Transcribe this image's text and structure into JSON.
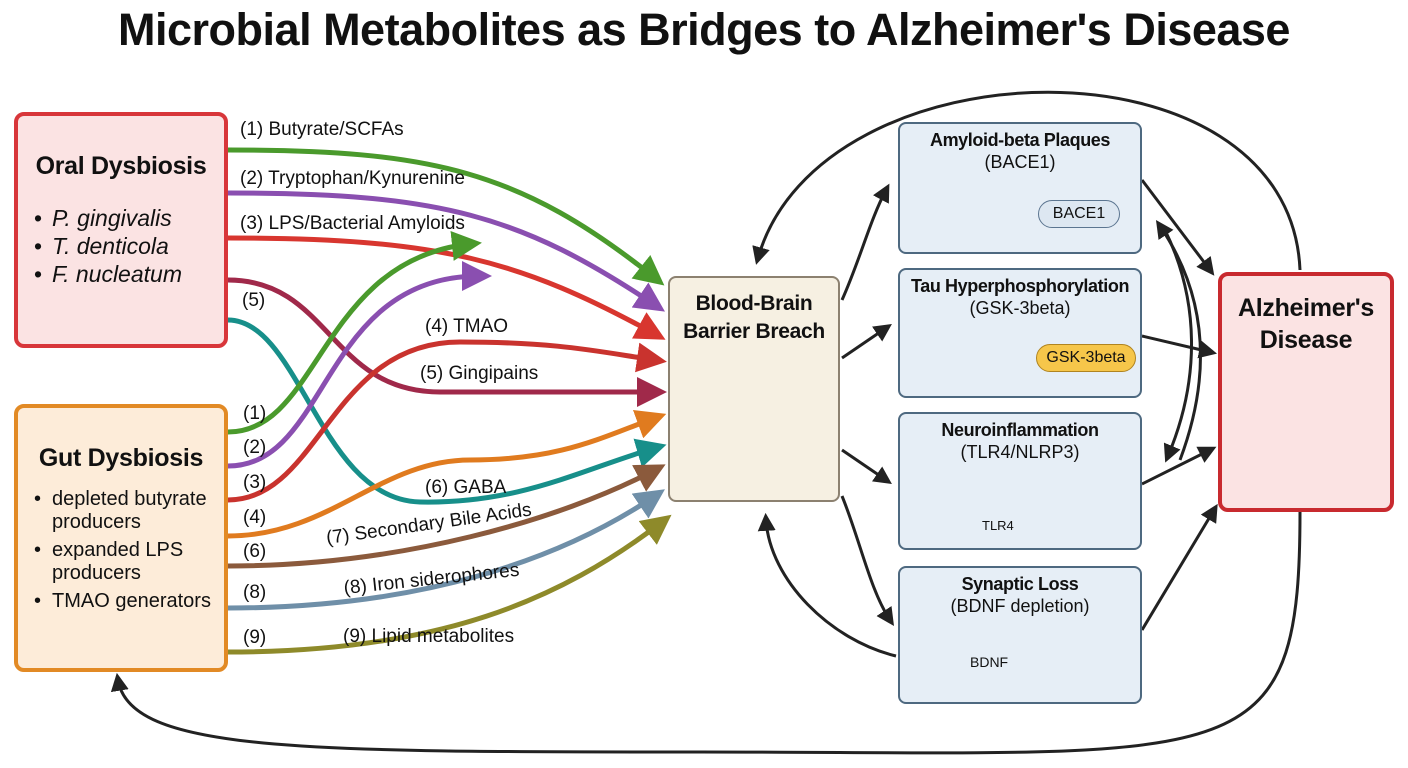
{
  "title": "Microbial Metabolites as Bridges to Alzheimer's Disease",
  "oral": {
    "title": "Oral Dysbiosis",
    "items": [
      "P. gingivalis",
      "T. denticola",
      "F. nucleatum"
    ]
  },
  "gut": {
    "title": "Gut Dysbiosis",
    "items": [
      "depleted butyrate producers",
      "expanded LPS producers",
      "TMAO generators"
    ]
  },
  "pathway_labels": {
    "oral_1": "(1) Butyrate/SCFAs",
    "oral_2": "(2) Tryptophan/Kynurenine",
    "oral_3": "(3) LPS/Bacterial Amyloids",
    "oral_5": "(5)",
    "tmao": "(4) TMAO",
    "gingipains": "(5) Gingipains",
    "gaba": "(6) GABA",
    "bile": "(7) Secondary Bile Acids",
    "iron": "(8) Iron siderophores",
    "lipid": "(9) Lipid metabolites",
    "gut_1": "(1)",
    "gut_2": "(2)",
    "gut_3": "(3)",
    "gut_4": "(4)",
    "gut_6": "(6)",
    "gut_8": "(8)",
    "gut_9": "(9)"
  },
  "bbb": {
    "title_line1": "Blood-Brain",
    "title_line2": "Barrier Breach"
  },
  "pathologies": [
    {
      "title": "Amyloid-beta Plaques",
      "subtitle": "(BACE1)",
      "tag": "BACE1"
    },
    {
      "title": "Tau Hyperphosphorylation",
      "subtitle": "(GSK-3beta)",
      "tag": "GSK-3beta"
    },
    {
      "title": "Neuroinflammation",
      "subtitle": "(TLR4/NLRP3)",
      "tag": "TLR4"
    },
    {
      "title": "Synaptic Loss",
      "subtitle": "(BDNF depletion)",
      "tag": "BDNF"
    }
  ],
  "ad": {
    "title_line1": "Alzheimer's",
    "title_line2": "Disease"
  },
  "colors": {
    "butyrate": "#4a9a2c",
    "tryptophan": "#8a4fb0",
    "lps": "#d8362f",
    "tmao": "#c9332e",
    "gingipains": "#a0294a",
    "gaba": "#178f8a",
    "bile": "#8b5a3c",
    "iron": "#6f8fa8",
    "lipid": "#8e8a2a",
    "lps_gut": "#e07b1f",
    "dark": "#222222"
  }
}
